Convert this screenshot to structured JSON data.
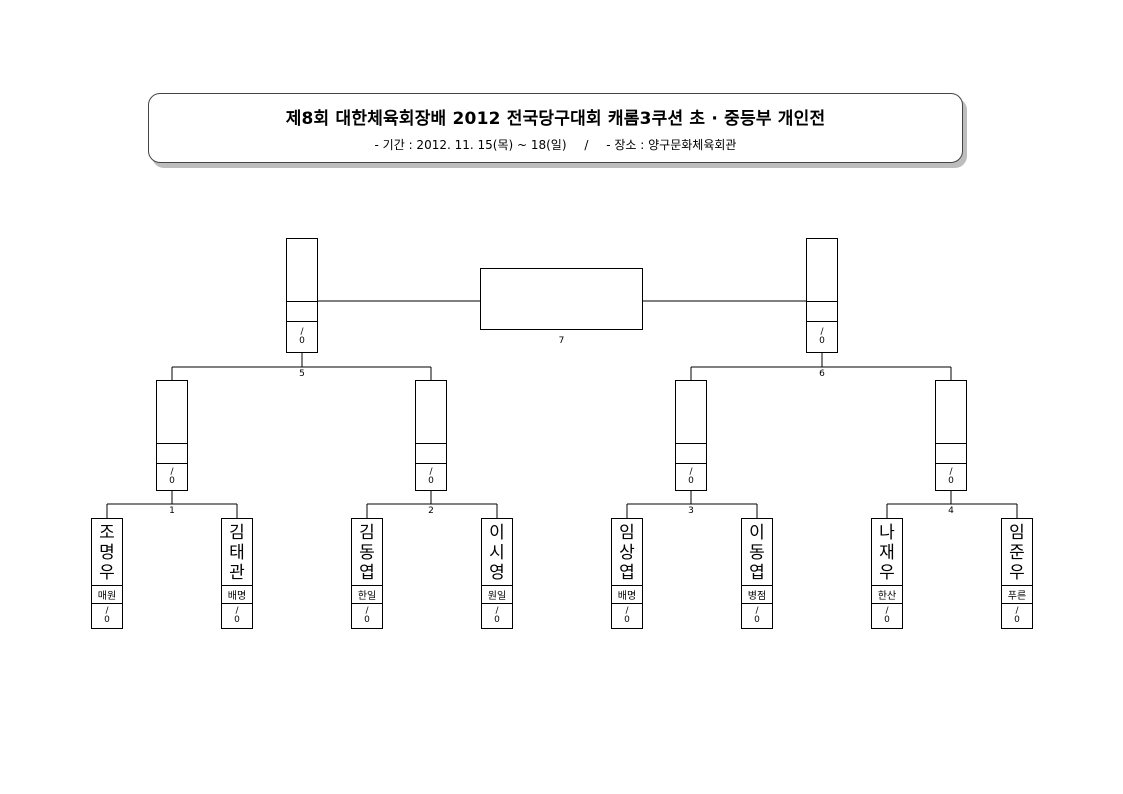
{
  "header": {
    "title": "제8회 대한체육회장배 2012 전국당구대회 캐롬3쿠션 초 · 중등부 개인전",
    "period": "- 기간 : 2012. 11. 15(목) ~ 18(일)",
    "separator": "/",
    "venue": "- 장소 : 양구문화체육회관"
  },
  "score_placeholder": {
    "top": "/",
    "bottom": "0"
  },
  "players": [
    {
      "name": "조명우",
      "team": "매원"
    },
    {
      "name": "김태관",
      "team": "배명"
    },
    {
      "name": "김동엽",
      "team": "한일"
    },
    {
      "name": "이시영",
      "team": "원일"
    },
    {
      "name": "임상엽",
      "team": "배명"
    },
    {
      "name": "이동엽",
      "team": "병점"
    },
    {
      "name": "나재우",
      "team": "한산"
    },
    {
      "name": "임준우",
      "team": "푸른"
    }
  ],
  "matches": [
    {
      "number": "1"
    },
    {
      "number": "2"
    },
    {
      "number": "3"
    },
    {
      "number": "4"
    },
    {
      "number": "5"
    },
    {
      "number": "6"
    },
    {
      "number": "7"
    }
  ]
}
